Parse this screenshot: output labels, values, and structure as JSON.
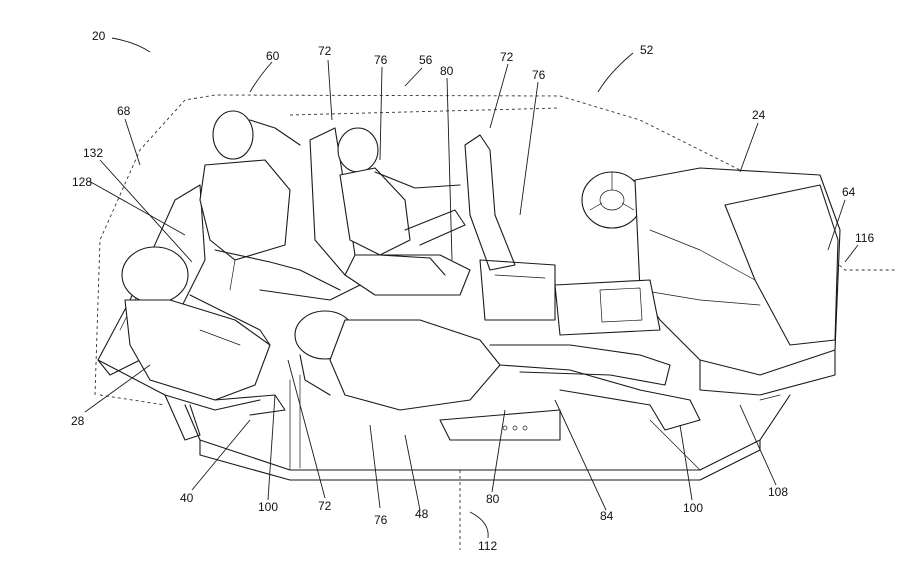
{
  "reference_numerals": {
    "n20": "20",
    "n60": "60",
    "n72a": "72",
    "n76a": "76",
    "n56": "56",
    "n80a": "80",
    "n72b": "72",
    "n76b": "76",
    "n52": "52",
    "n24": "24",
    "n68": "68",
    "n132": "132",
    "n128": "128",
    "n64": "64",
    "n116": "116",
    "n28": "28",
    "n40": "40",
    "n100a": "100",
    "n72c": "72",
    "n76c": "76",
    "n48": "48",
    "n80b": "80",
    "n84": "84",
    "n100b": "100",
    "n108": "108",
    "n112": "112"
  },
  "colors": {
    "line": "#1a1a1a",
    "background": "#ffffff"
  }
}
